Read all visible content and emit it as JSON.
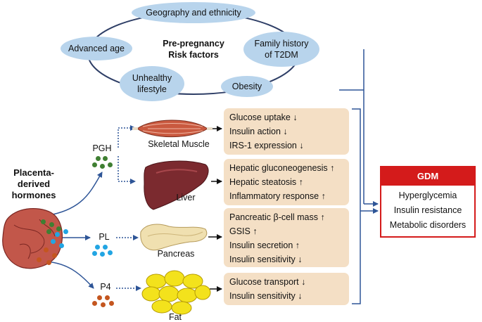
{
  "risk": {
    "center": "Pre-pregnancy\nRisk factors",
    "geography": "Geography and ethnicity",
    "age": "Advanced age",
    "family": "Family history\nof T2DM",
    "lifestyle": "Unhealthy\nlifestyle",
    "obesity": "Obesity"
  },
  "placenta": {
    "title": "Placenta-\nderived\nhormones"
  },
  "hormones": {
    "pgh": "PGH",
    "pl": "PL",
    "p4": "P4"
  },
  "organs": {
    "muscle": "Skeletal Muscle",
    "liver": "Liver",
    "pancreas": "Pancreas",
    "fat": "Fat"
  },
  "effects": {
    "muscle": [
      "Glucose uptake ↓",
      "Insulin action ↓",
      "IRS-1 expression ↓"
    ],
    "liver": [
      "Hepatic gluconeogenesis ↑",
      "Hepatic steatosis ↑",
      "Inflammatory response ↑"
    ],
    "pancreas": [
      "Pancreatic β-cell mass ↑",
      "GSIS ↑",
      "Insulin secretion ↑",
      "Insulin sensitivity ↓"
    ],
    "fat": [
      "Glucose transport ↓",
      "Insulin sensitivity ↓"
    ]
  },
  "gdm": {
    "title": "GDM",
    "items": [
      "Hyperglycemia",
      "Insulin resistance",
      "Metabolic disorders"
    ]
  },
  "colors": {
    "ellipse": "#b8d4ec",
    "box": "#f4dfc5",
    "arrow": "#2e5597",
    "gdm": "#d41b1b",
    "pgh_dot": "#3f7f32",
    "pl_dot": "#22a5e3",
    "p4_dot": "#c4561f"
  }
}
